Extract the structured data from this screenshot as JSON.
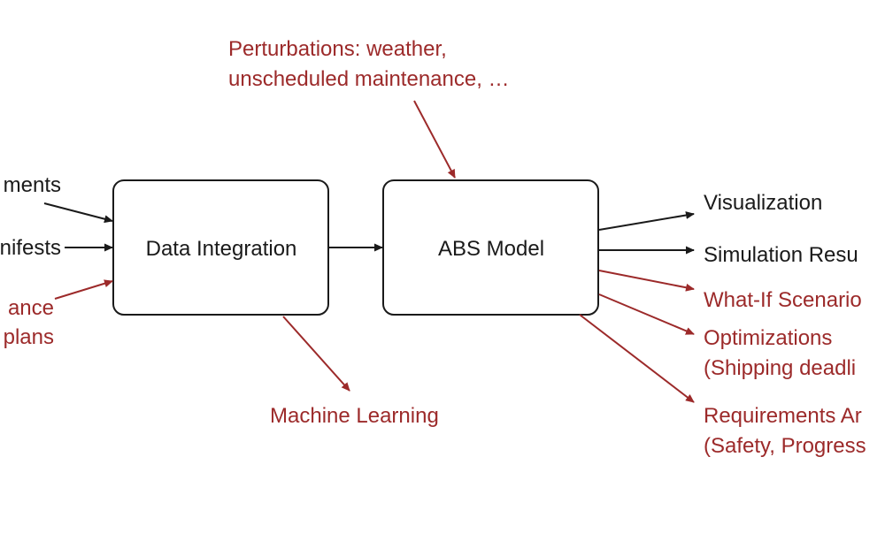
{
  "colors": {
    "text_dark": "#1a1a1a",
    "text_red": "#9c2a2a",
    "arrow_dark": "#1a1a1a",
    "arrow_red": "#9c2a2a",
    "background": "#ffffff"
  },
  "inputs": {
    "left_1": "ments",
    "left_2": "nifests",
    "left_3_line1": "ance",
    "left_3_line2": "plans"
  },
  "boxes": {
    "data_integration": "Data Integration",
    "abs_model": "ABS Model"
  },
  "perturbations": {
    "line1": "Perturbations: weather,",
    "line2": "unscheduled maintenance, …"
  },
  "machine_learning": "Machine Learning",
  "outputs": {
    "visualization": "Visualization",
    "simulation_results": "Simulation Resu",
    "what_if": "What-If Scenario",
    "optimizations_line1": "Optimizations",
    "optimizations_line2": "(Shipping deadli",
    "requirements_line1": "Requirements Ar",
    "requirements_line2": "(Safety, Progress"
  }
}
